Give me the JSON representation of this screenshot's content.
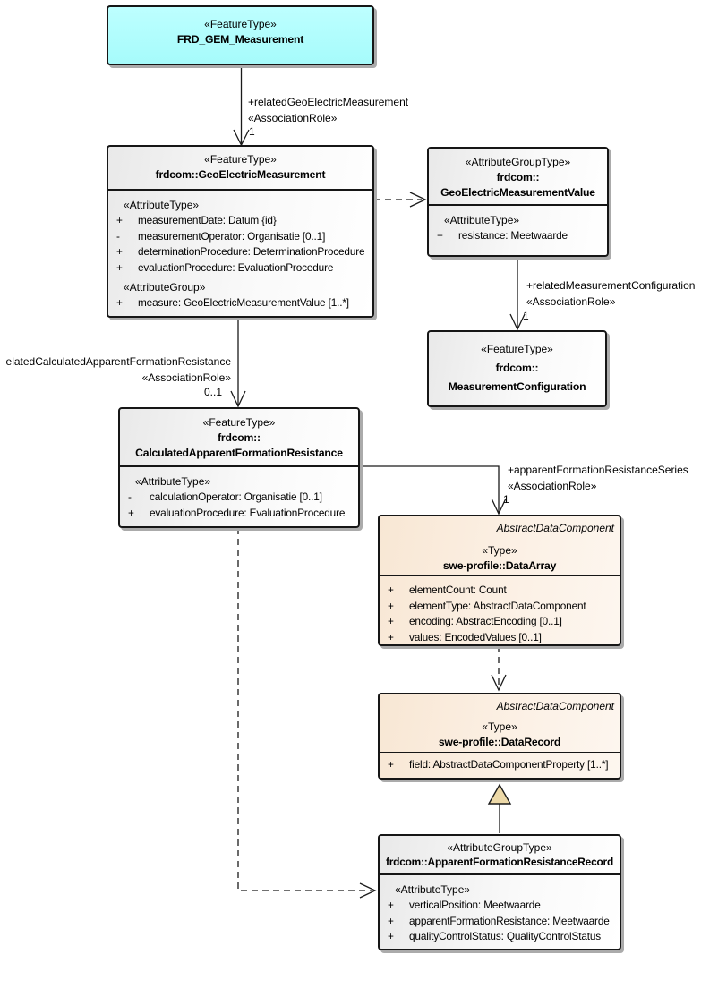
{
  "boxes": {
    "frd_gem_measurement": {
      "stereotype": "«FeatureType»",
      "name": "FRD_GEM_Measurement"
    },
    "geo_electric_measurement": {
      "stereotype": "«FeatureType»",
      "name": "frdcom::GeoElectricMeasurement",
      "section1_stereotype": "«AttributeType»",
      "attrs1": [
        {
          "vis": "+",
          "text": "measurementDate: Datum {id}"
        },
        {
          "vis": "-",
          "text": "measurementOperator: Organisatie [0..1]"
        },
        {
          "vis": "+",
          "text": "determinationProcedure: DeterminationProcedure"
        },
        {
          "vis": "+",
          "text": "evaluationProcedure: EvaluationProcedure"
        }
      ],
      "section2_stereotype": "«AttributeGroup»",
      "attrs2": [
        {
          "vis": "+",
          "text": "measure: GeoElectricMeasurementValue [1..*]"
        }
      ]
    },
    "geo_electric_measurement_value": {
      "stereotype": "«AttributeGroupType»",
      "name_line1": "frdcom::",
      "name_line2": "GeoElectricMeasurementValue",
      "section1_stereotype": "«AttributeType»",
      "attrs1": [
        {
          "vis": "+",
          "text": "resistance: Meetwaarde"
        }
      ]
    },
    "measurement_configuration": {
      "stereotype": "«FeatureType»",
      "name_line1": "frdcom::",
      "name_line2": "MeasurementConfiguration"
    },
    "calculated_apparent_formation_resistance": {
      "stereotype": "«FeatureType»",
      "name_line1": "frdcom::",
      "name_line2": "CalculatedApparentFormationResistance",
      "section1_stereotype": "«AttributeType»",
      "attrs1": [
        {
          "vis": "-",
          "text": "calculationOperator: Organisatie [0..1]"
        },
        {
          "vis": "+",
          "text": "evaluationProcedure: EvaluationProcedure"
        }
      ]
    },
    "data_array": {
      "abstract_label": "AbstractDataComponent",
      "stereotype": "«Type»",
      "name": "swe-profile::DataArray",
      "attrs1": [
        {
          "vis": "+",
          "text": "elementCount: Count"
        },
        {
          "vis": "+",
          "text": "elementType: AbstractDataComponent"
        },
        {
          "vis": "+",
          "text": "encoding: AbstractEncoding [0..1]"
        },
        {
          "vis": "+",
          "text": "values: EncodedValues [0..1]"
        }
      ]
    },
    "data_record": {
      "abstract_label": "AbstractDataComponent",
      "stereotype": "«Type»",
      "name": "swe-profile::DataRecord",
      "attrs1": [
        {
          "vis": "+",
          "text": "field: AbstractDataComponentProperty [1..*]"
        }
      ]
    },
    "apparent_formation_resistance_record": {
      "stereotype": "«AttributeGroupType»",
      "name": "frdcom::ApparentFormationResistanceRecord",
      "section1_stereotype": "«AttributeType»",
      "attrs1": [
        {
          "vis": "+",
          "text": "verticalPosition: Meetwaarde"
        },
        {
          "vis": "+",
          "text": "apparentFormationResistance: Meetwaarde"
        },
        {
          "vis": "+",
          "text": "qualityControlStatus: QualityControlStatus"
        }
      ]
    }
  },
  "edges": {
    "related_geo_electric_measurement": {
      "role": "+relatedGeoElectricMeasurement",
      "stereotype": "«AssociationRole»",
      "multiplicity": "1"
    },
    "related_measurement_configuration": {
      "role": "+relatedMeasurementConfiguration",
      "stereotype": "«AssociationRole»",
      "multiplicity": "1"
    },
    "related_calculated_apparent_formation_resistance": {
      "role": "elatedCalculatedApparentFormationResistance",
      "stereotype": "«AssociationRole»",
      "multiplicity": "0..1"
    },
    "apparent_formation_resistance_series": {
      "role": "+apparentFormationResistanceSeries",
      "stereotype": "«AssociationRole»",
      "multiplicity": "1"
    }
  },
  "colors": {
    "feature_type_fill": "#a6fbfb",
    "class_fill": "#efefef",
    "swe_type_fill": "#f8e7d4",
    "generalization_triangle_fill": "#edd9a8",
    "border": "#161616"
  }
}
